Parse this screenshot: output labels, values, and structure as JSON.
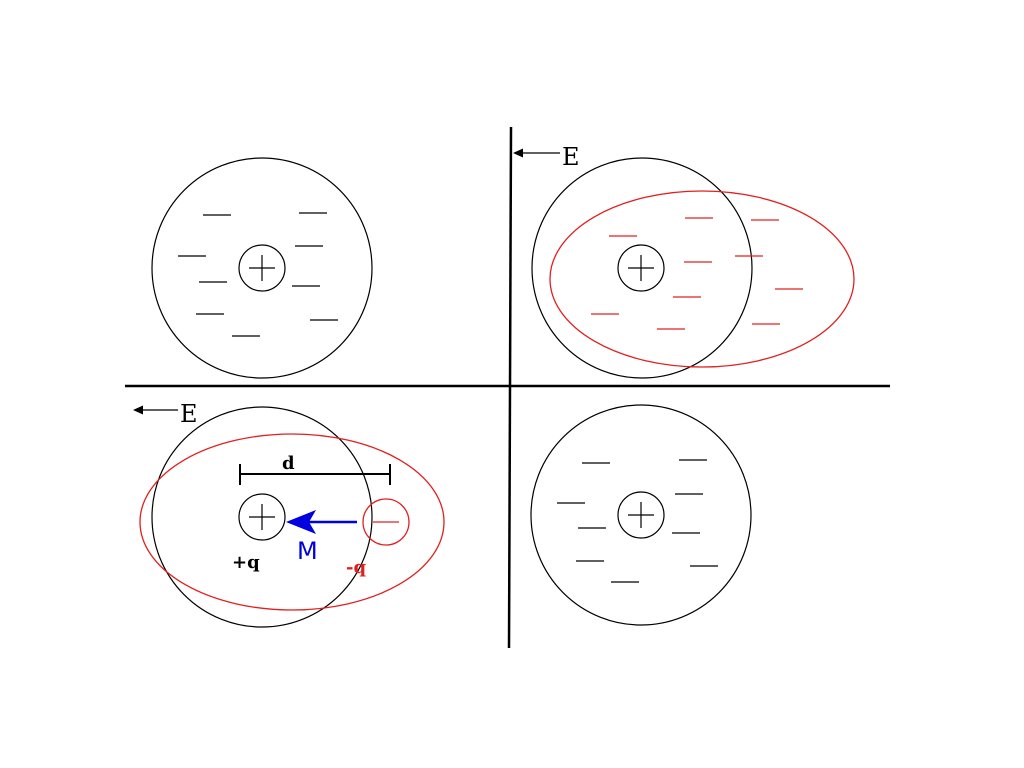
{
  "colors": {
    "line": "#000000",
    "field_cloud": "#e02020",
    "dipole_arrow": "#0000e0",
    "background": "#ffffff"
  },
  "labels": {
    "field_top_right": "E",
    "field_bottom_left": "E",
    "distance": "d",
    "moment": "M",
    "positive_charge": "+q",
    "negative_charge": "-q"
  }
}
